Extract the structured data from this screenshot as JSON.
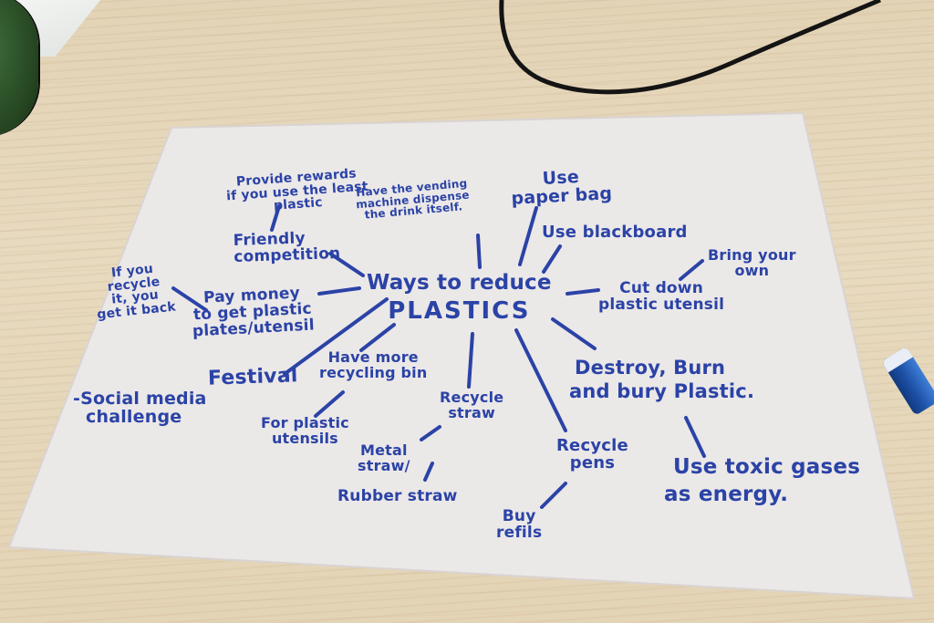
{
  "center": {
    "line1": "Ways to reduce",
    "line2": "PLASTICS"
  },
  "notes": {
    "rewards": [
      "Provide rewards",
      "if you use the least",
      "plastic"
    ],
    "vending": [
      "Have the vending",
      "machine dispense",
      "the drink itself."
    ],
    "paper_bag": [
      "Use",
      "paper bag"
    ],
    "blackboard": [
      "Use blackboard"
    ],
    "bring_own": [
      "Bring your",
      "own"
    ],
    "cut_down": [
      "Cut down",
      "plastic utensil"
    ],
    "friendly": [
      "Friendly",
      "competition"
    ],
    "recycle_back": [
      "If you",
      "recycle",
      "it, you",
      "get it back"
    ],
    "pay_money": [
      "Pay money",
      "to get plastic",
      "plates/utensil"
    ],
    "festival": [
      "Festival"
    ],
    "social": [
      "-Social media",
      "challenge"
    ],
    "recycling_bin": [
      "Have more",
      "recycling bin"
    ],
    "plastic_utensils": [
      "For plastic",
      "utensils"
    ],
    "recycle_straw": [
      "Recycle",
      "straw"
    ],
    "metal_straw": [
      "Metal",
      "straw/"
    ],
    "rubber_straw": [
      "Rubber straw"
    ],
    "recycle_pens": [
      "Recycle",
      "pens"
    ],
    "buy_refils": [
      "Buy",
      "refils"
    ],
    "destroy": [
      "Destroy, Burn",
      "and bury Plastic."
    ],
    "toxic": [
      "Use toxic gases",
      "as energy."
    ]
  },
  "colors": {
    "ink": "#2b43a6",
    "paper": "#ebe8e8",
    "table": "#e6d7bb",
    "cable": "#141414"
  }
}
